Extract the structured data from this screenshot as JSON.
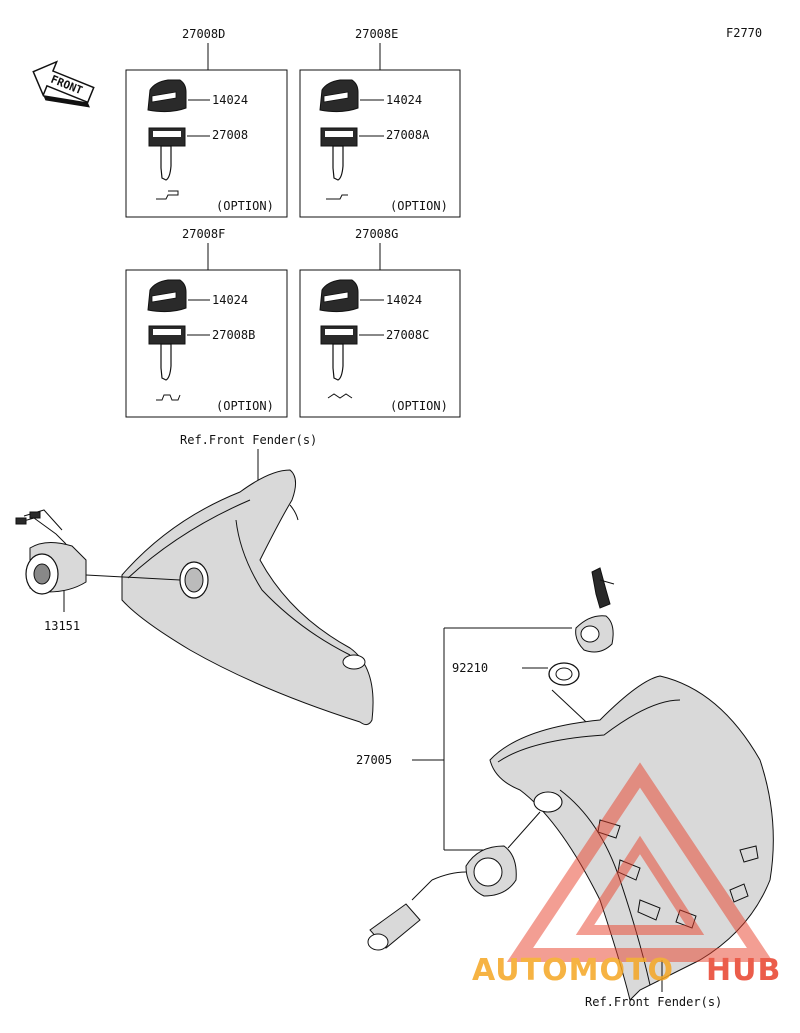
{
  "figure_code": "F2770",
  "front_label": "FRONT",
  "key_sets": [
    {
      "set_id": "27008D",
      "cap": "14024",
      "key": "27008",
      "note": "(OPTION)"
    },
    {
      "set_id": "27008E",
      "cap": "14024",
      "key": "27008A",
      "note": "(OPTION)"
    },
    {
      "set_id": "27008F",
      "cap": "14024",
      "key": "27008B",
      "note": "(OPTION)"
    },
    {
      "set_id": "27008G",
      "cap": "14024",
      "key": "27008C",
      "note": "(OPTION)"
    }
  ],
  "ref_top": "Ref.Front Fender(s)",
  "ref_bottom": "Ref.Front Fender(s)",
  "part_13151": "13151",
  "part_92210": "92210",
  "part_27005": "27005",
  "watermark": {
    "part1": "AUTOMOTO",
    "part2": "HUB"
  },
  "colors": {
    "watermark_orange": "#f5a623",
    "watermark_red": "#e8412c"
  }
}
